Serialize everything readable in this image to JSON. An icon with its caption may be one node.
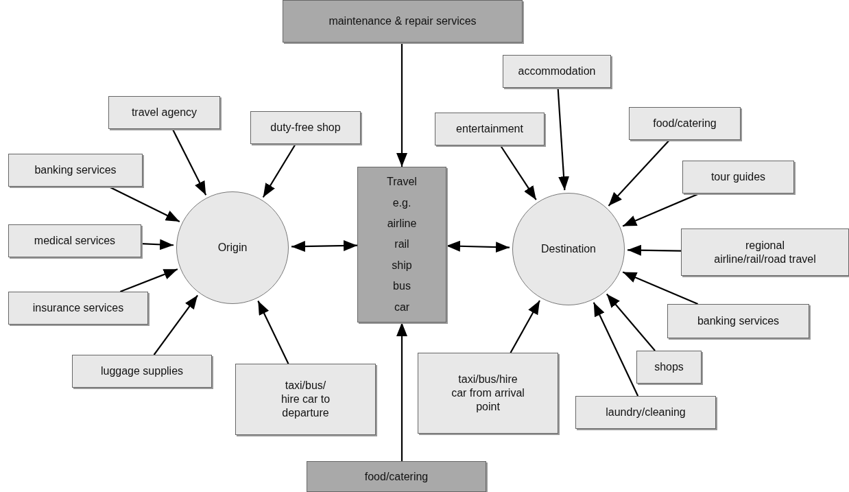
{
  "diagram": {
    "nodes": [
      {
        "text": [
          "maintenance & repair services"
        ]
      },
      {
        "text": [
          "accommodation"
        ]
      },
      {
        "text": [
          "travel agency"
        ]
      },
      {
        "text": [
          "duty-free shop"
        ]
      },
      {
        "text": [
          "entertainment"
        ]
      },
      {
        "text": [
          "food/catering"
        ]
      },
      {
        "text": [
          "banking services"
        ]
      },
      {
        "text": [
          "tour guides"
        ]
      },
      {
        "text": [
          "Origin"
        ]
      },
      {
        "text": [
          "Travel",
          "e.g.",
          "airline",
          "rail",
          "ship",
          "bus",
          "car"
        ]
      },
      {
        "text": [
          "Destination"
        ]
      },
      {
        "text": [
          "medical services"
        ]
      },
      {
        "text": [
          "regional airline/rail/road travel"
        ]
      },
      {
        "text": [
          "insurance services"
        ]
      },
      {
        "text": [
          "banking services"
        ]
      },
      {
        "text": [
          "luggage supplies"
        ]
      },
      {
        "text": [
          "taxi/bus/ hire car to departure"
        ]
      },
      {
        "text": [
          "shops"
        ]
      },
      {
        "text": [
          "taxi/bus/hire car from arrival point"
        ]
      },
      {
        "text": [
          "laundry/cleaning"
        ]
      },
      {
        "text": [
          "food/catering"
        ]
      }
    ],
    "edges": [
      {
        "from": 0,
        "to": 9,
        "arrow": "to"
      },
      {
        "from": 20,
        "to": 9,
        "arrow": "to"
      },
      {
        "from": 2,
        "to": 8,
        "arrow": "to"
      },
      {
        "from": 3,
        "to": 8,
        "arrow": "to"
      },
      {
        "from": 6,
        "to": 8,
        "arrow": "to"
      },
      {
        "from": 11,
        "to": 8,
        "arrow": "to"
      },
      {
        "from": 13,
        "to": 8,
        "arrow": "to"
      },
      {
        "from": 15,
        "to": 8,
        "arrow": "to"
      },
      {
        "from": 16,
        "to": 8,
        "arrow": "to"
      },
      {
        "from": 8,
        "to": 9,
        "arrow": "both"
      },
      {
        "from": 9,
        "to": 10,
        "arrow": "both"
      },
      {
        "from": 1,
        "to": 10,
        "arrow": "to"
      },
      {
        "from": 4,
        "to": 10,
        "arrow": "to"
      },
      {
        "from": 5,
        "to": 10,
        "arrow": "to"
      },
      {
        "from": 7,
        "to": 10,
        "arrow": "to"
      },
      {
        "from": 12,
        "to": 10,
        "arrow": "to"
      },
      {
        "from": 14,
        "to": 10,
        "arrow": "to"
      },
      {
        "from": 17,
        "to": 10,
        "arrow": "to"
      },
      {
        "from": 19,
        "to": 10,
        "arrow": "to"
      },
      {
        "from": 18,
        "to": 10,
        "arrow": "to"
      }
    ]
  }
}
